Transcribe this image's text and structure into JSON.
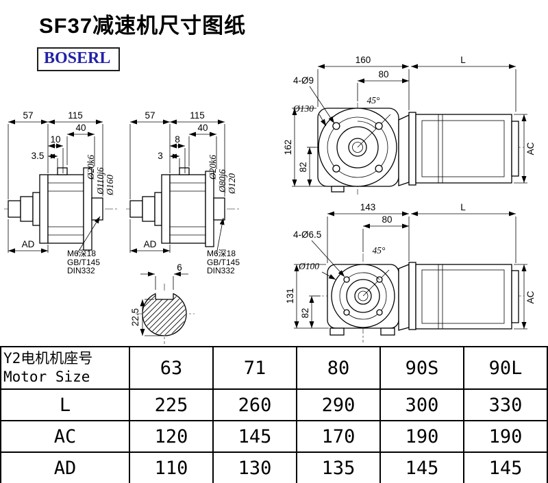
{
  "page": {
    "title": "SF37减速机尺寸图纸",
    "brand": "BOSERL"
  },
  "colors": {
    "line": "#000000",
    "brand_text": "#2222a8",
    "background": "#ffffff"
  },
  "views": {
    "side1": {
      "top57": "57",
      "top115": "115",
      "d40": "40",
      "d10": "10",
      "d35": "3.5",
      "shaft": "Ø20k6",
      "spigot": "Ø110j6",
      "flange": "Ø160",
      "ad": "AD",
      "note1": "M6深18",
      "note2": "GB/T145",
      "note3": "DIN332"
    },
    "side2": {
      "top57": "57",
      "top115": "115",
      "d40": "40",
      "d8": "8",
      "d3": "3",
      "shaft": "Ø20k6",
      "spigot": "Ø80j6",
      "flange": "Ø120",
      "ad": "AD",
      "note1": "M6深18",
      "note2": "GB/T145",
      "note3": "DIN332"
    },
    "front1": {
      "w160": "160",
      "w80": "80",
      "L": "L",
      "holes": "4-Ø9",
      "angle": "45°",
      "dia": "Ø130",
      "h162": "162",
      "h82": "82",
      "ac": "AC"
    },
    "front2": {
      "w143": "143",
      "w80": "80",
      "L": "L",
      "holes": "4-Ø6.5",
      "angle": "45°",
      "dia": "Ø100",
      "h131": "131",
      "h82": "82",
      "ac": "AC"
    },
    "section": {
      "key_w": "6",
      "depth": "22.5"
    }
  },
  "table": {
    "header_cn": "Y2电机机座号",
    "header_en": "Motor Size",
    "columns": [
      "63",
      "71",
      "80",
      "90S",
      "90L"
    ],
    "rows": [
      {
        "label": "L",
        "values": [
          "225",
          "260",
          "290",
          "300",
          "330"
        ]
      },
      {
        "label": "AC",
        "values": [
          "120",
          "145",
          "170",
          "190",
          "190"
        ]
      },
      {
        "label": "AD",
        "values": [
          "110",
          "130",
          "135",
          "145",
          "145"
        ]
      }
    ]
  }
}
